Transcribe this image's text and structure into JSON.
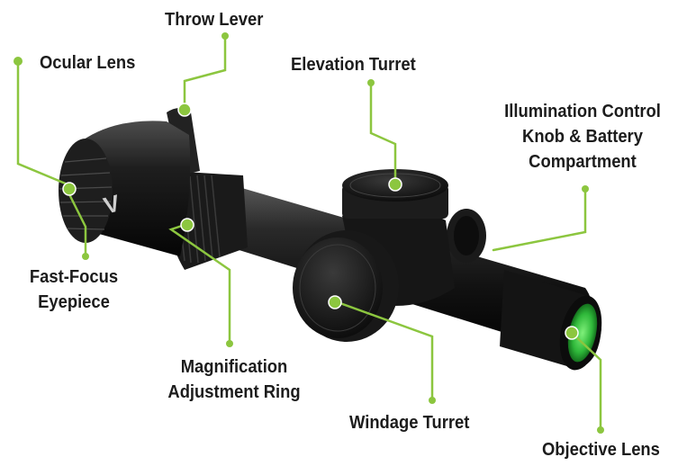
{
  "accent_color": "#8cc63f",
  "body_color": "#1a1a1a",
  "lens_color": "#3fbf4a",
  "logo_mark": "V",
  "labels": {
    "throw_lever": "Throw Lever",
    "ocular_lens": "Ocular Lens",
    "elevation_turret": "Elevation Turret",
    "illumination_line1": "Illumination Control",
    "illumination_line2": "Knob & Battery",
    "illumination_line3": "Compartment",
    "fast_focus_line1": "Fast-Focus",
    "fast_focus_line2": "Eyepiece",
    "magnification_line1": "Magnification",
    "magnification_line2": "Adjustment Ring",
    "windage_turret": "Windage Turret",
    "objective_lens": "Objective Lens"
  }
}
